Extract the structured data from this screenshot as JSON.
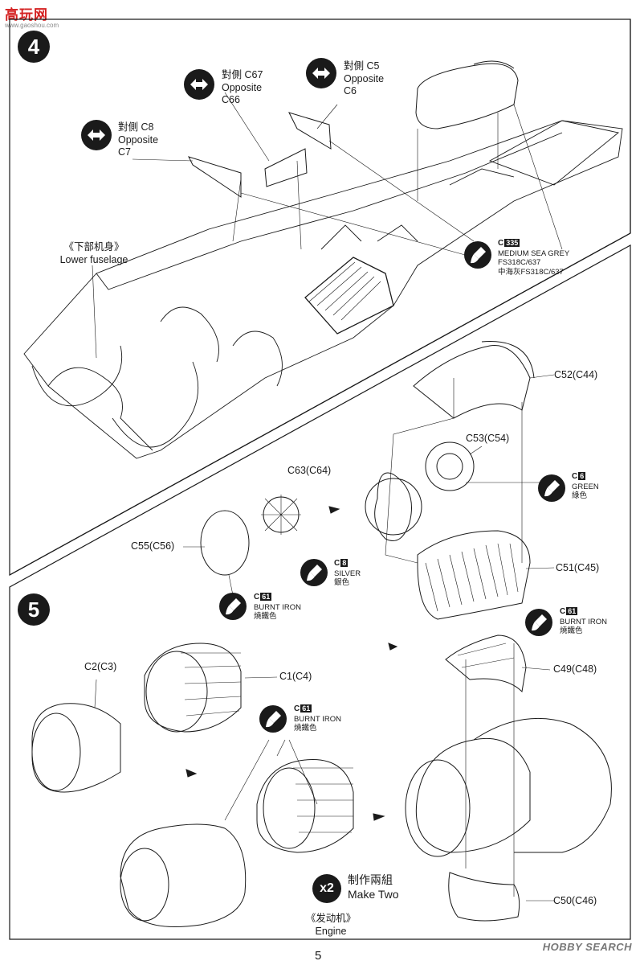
{
  "watermark": {
    "top_left": "高玩网",
    "top_left_url": "www.gaoshou.com",
    "bottom_right": "HOBBY SEARCH"
  },
  "page_number": "5",
  "colors": {
    "ink": "#1a1a1a",
    "watermark_red": "#d42020",
    "background": "#ffffff"
  },
  "step4": {
    "number": "4",
    "mirror_notes": [
      {
        "line1": "對側 C8",
        "line2": "Opposite",
        "line3": "C7"
      },
      {
        "line1": "對側 C67",
        "line2": "Opposite",
        "line3": "C66"
      },
      {
        "line1": "對側 C5",
        "line2": "Opposite",
        "line3": "C6"
      }
    ],
    "lower_fuselage": {
      "cn": "《下部机身》",
      "en": "Lower fuselage"
    },
    "paint": {
      "code": "C",
      "code_box": "335",
      "name": "MEDIUM SEA GREY",
      "fs": "FS318C/637",
      "cn": "中海灰FS318C/637"
    },
    "parts": {
      "c52": "C52(C44)",
      "c53": "C53(C54)",
      "c63": "C63(C64)",
      "c55": "C55(C56)",
      "c51": "C51(C45)"
    },
    "paint_green": {
      "code": "C",
      "code_box": "6",
      "name": "GREEN",
      "cn": "綠色"
    },
    "paint_silver": {
      "code": "C",
      "code_box": "8",
      "name": "SILVER",
      "cn": "銀色"
    },
    "paint_burnt": {
      "code": "C",
      "code_box": "61",
      "name": "BURNT IRON",
      "cn": "燒鐵色"
    }
  },
  "step5": {
    "number": "5",
    "parts": {
      "c2": "C2(C3)",
      "c1": "C1(C4)",
      "c49": "C49(C48)",
      "c50": "C50(C46)"
    },
    "paint_burnt_a": {
      "code": "C",
      "code_box": "61",
      "name": "BURNT IRON",
      "cn": "燒鐵色"
    },
    "paint_burnt_b": {
      "code": "C",
      "code_box": "61",
      "name": "BURNT IRON",
      "cn": "燒鐵色"
    },
    "make_two": {
      "badge": "x2",
      "cn": "制作兩組",
      "en": "Make Two"
    },
    "engine": {
      "cn": "《发动机》",
      "en": "Engine"
    }
  }
}
